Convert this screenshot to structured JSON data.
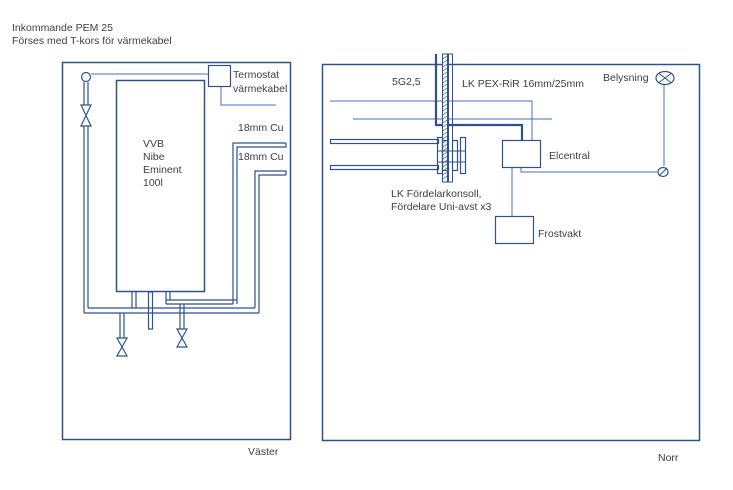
{
  "header": {
    "line1": "Inkommande PEM 25",
    "line2": "Förses med T-kors för värmekabel"
  },
  "rooms": {
    "west": {
      "label": "Väster"
    },
    "north": {
      "label": "Norr"
    }
  },
  "west_room": {
    "thermostat": {
      "line1": "Termostat",
      "line2": "värmekabel"
    },
    "water_heater": {
      "line1": "VVB",
      "line2": "Nibe",
      "line3": "Eminent",
      "line4": "100l"
    },
    "pipe1_label": "18mm Cu",
    "pipe2_label": "18mm Cu"
  },
  "north_room": {
    "cable_label": "5G2,5",
    "pex_label": "LK PEX-RiR 16mm/25mm",
    "lighting_label": "Belysning",
    "elcentral_label": "Elcentral",
    "manifold": {
      "line1": "LK Fördelarkonsoll,",
      "line2": "Fördelare Uni-avst x3"
    },
    "frostvakt_label": "Frostvakt"
  },
  "colors": {
    "line": "#2f528f",
    "thin_line": "#4472c4",
    "text": "#404040"
  }
}
